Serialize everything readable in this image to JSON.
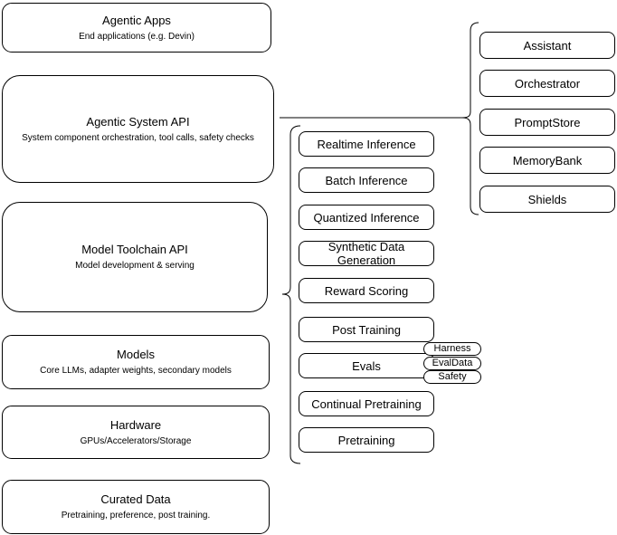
{
  "diagram_title": "Agentic system architecture diagram",
  "colors": {
    "background": "#ffffff",
    "stroke": "#000000",
    "fill": "#ffffff",
    "text": "#000000"
  },
  "left_stack": [
    {
      "title": "Agentic Apps",
      "subtitle": "End applications (e.g. Devin)"
    },
    {
      "title": "Agentic System API",
      "subtitle": "System component orchestration, tool calls, safety checks"
    },
    {
      "title": "Model Toolchain API",
      "subtitle": "Model development & serving"
    },
    {
      "title": "Models",
      "subtitle": "Core LLMs, adapter weights, secondary models"
    },
    {
      "title": "Hardware",
      "subtitle": "GPUs/Accelerators/Storage"
    },
    {
      "title": "Curated Data",
      "subtitle": "Pretraining, preference, post training."
    }
  ],
  "toolchain_items": [
    "Realtime Inference",
    "Batch Inference",
    "Quantized Inference",
    "Synthetic Data Generation",
    "Reward Scoring",
    "Post Training",
    "Evals",
    "Continual Pretraining",
    "Pretraining"
  ],
  "eval_tags": [
    "Harness",
    "EvalData",
    "Safety"
  ],
  "system_components": [
    "Assistant",
    "Orchestrator",
    "PromptStore",
    "MemoryBank",
    "Shields"
  ]
}
